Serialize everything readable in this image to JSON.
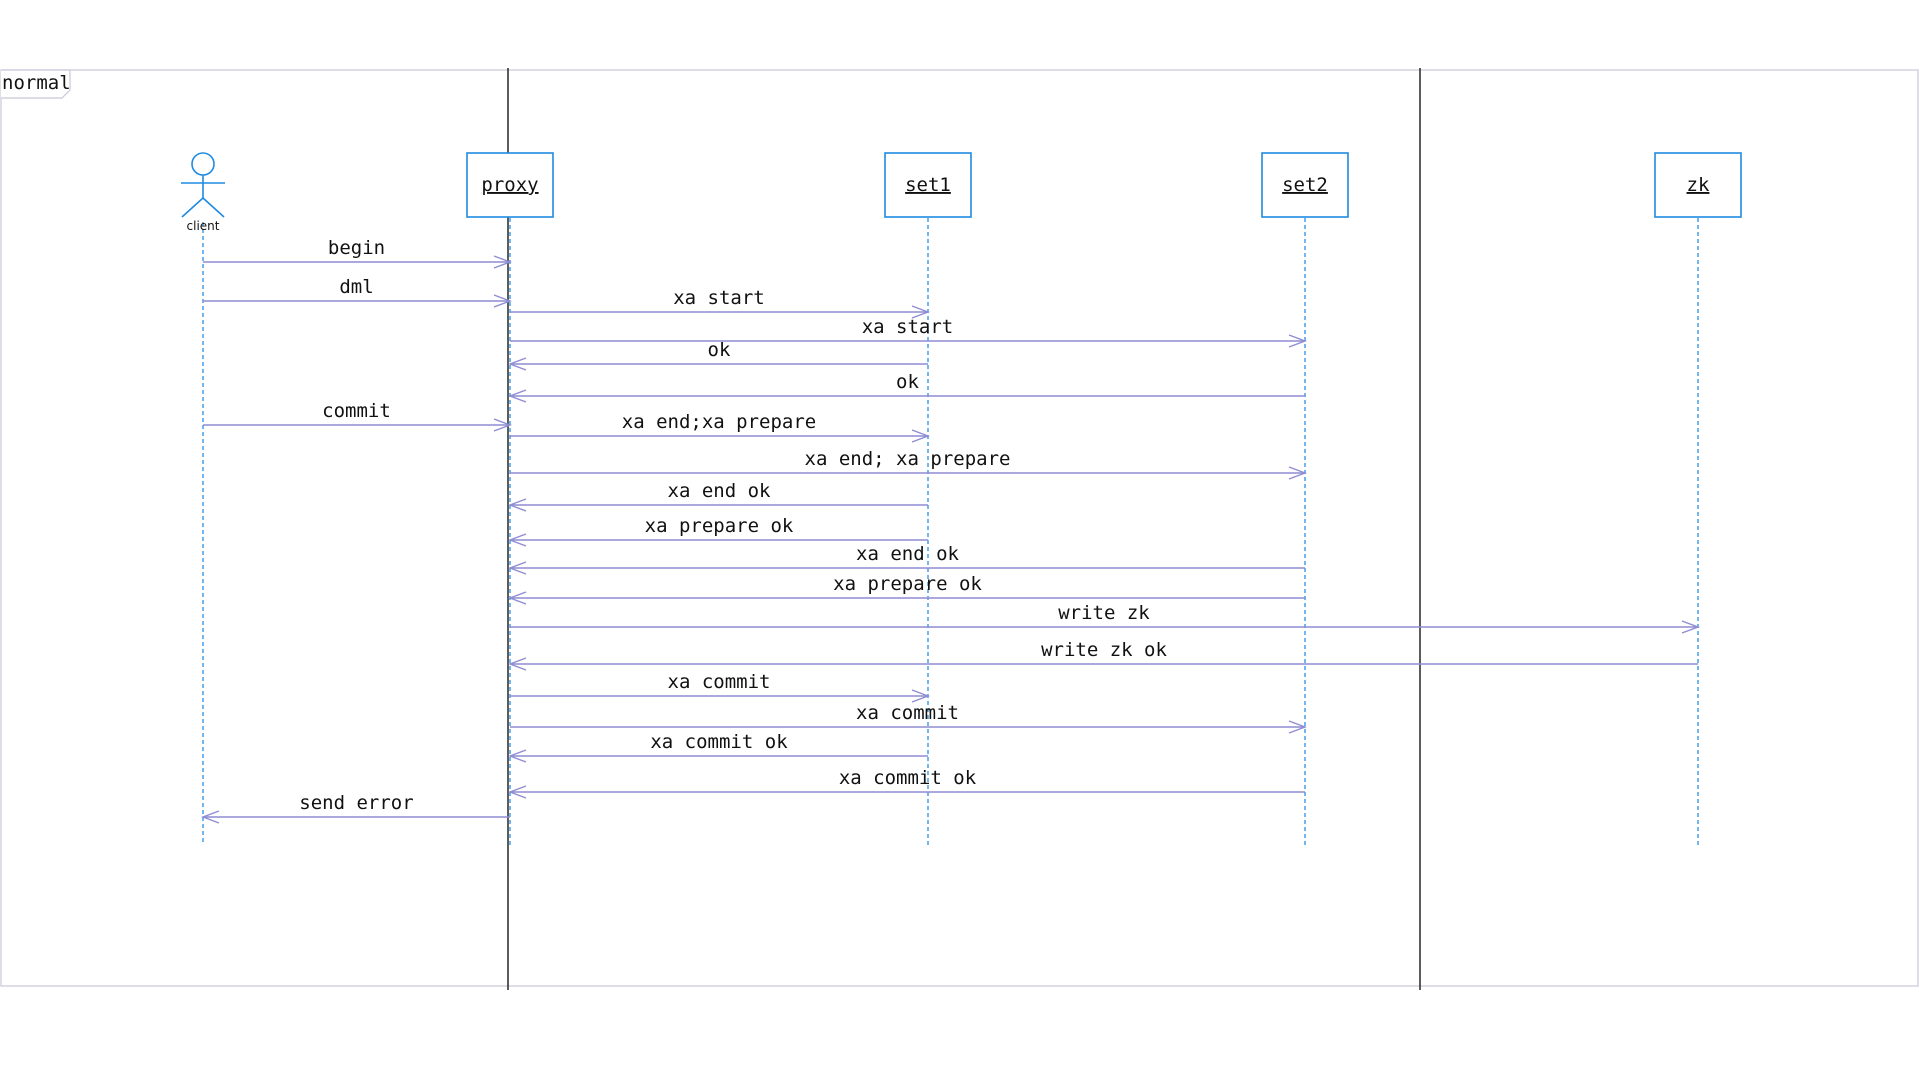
{
  "frame": {
    "label": "normal"
  },
  "colors": {
    "participant_border": "#1f8be0",
    "participant_fill": "#ffffff",
    "lifeline": "#2a8fe3",
    "message": "#8e8cd2",
    "frame_border": "#c8c8d8",
    "divider": "#333333",
    "text": "#111111"
  },
  "participants": [
    {
      "id": "client",
      "label": "client",
      "kind": "actor"
    },
    {
      "id": "proxy",
      "label": "proxy",
      "kind": "box"
    },
    {
      "id": "set1",
      "label": "set1",
      "kind": "box"
    },
    {
      "id": "set2",
      "label": "set2",
      "kind": "box"
    },
    {
      "id": "zk",
      "label": "zk",
      "kind": "box"
    }
  ],
  "messages": [
    {
      "from": "client",
      "to": "proxy",
      "label": "begin"
    },
    {
      "from": "client",
      "to": "proxy",
      "label": "dml"
    },
    {
      "from": "proxy",
      "to": "set1",
      "label": "xa start"
    },
    {
      "from": "proxy",
      "to": "set2",
      "label": "xa start"
    },
    {
      "from": "set1",
      "to": "proxy",
      "label": "ok"
    },
    {
      "from": "set2",
      "to": "proxy",
      "label": "ok"
    },
    {
      "from": "client",
      "to": "proxy",
      "label": "commit"
    },
    {
      "from": "proxy",
      "to": "set1",
      "label": "xa end;xa prepare"
    },
    {
      "from": "proxy",
      "to": "set2",
      "label": "xa end; xa prepare"
    },
    {
      "from": "set1",
      "to": "proxy",
      "label": "xa end ok"
    },
    {
      "from": "set1",
      "to": "proxy",
      "label": "xa prepare ok"
    },
    {
      "from": "set2",
      "to": "proxy",
      "label": "xa end ok"
    },
    {
      "from": "set2",
      "to": "proxy",
      "label": "xa prepare ok"
    },
    {
      "from": "proxy",
      "to": "zk",
      "label": "write zk"
    },
    {
      "from": "zk",
      "to": "proxy",
      "label": "write zk ok"
    },
    {
      "from": "proxy",
      "to": "set1",
      "label": "xa commit"
    },
    {
      "from": "proxy",
      "to": "set2",
      "label": "xa commit"
    },
    {
      "from": "set1",
      "to": "proxy",
      "label": "xa commit ok"
    },
    {
      "from": "set2",
      "to": "proxy",
      "label": "xa commit ok"
    },
    {
      "from": "proxy",
      "to": "client",
      "label": "send error"
    }
  ]
}
